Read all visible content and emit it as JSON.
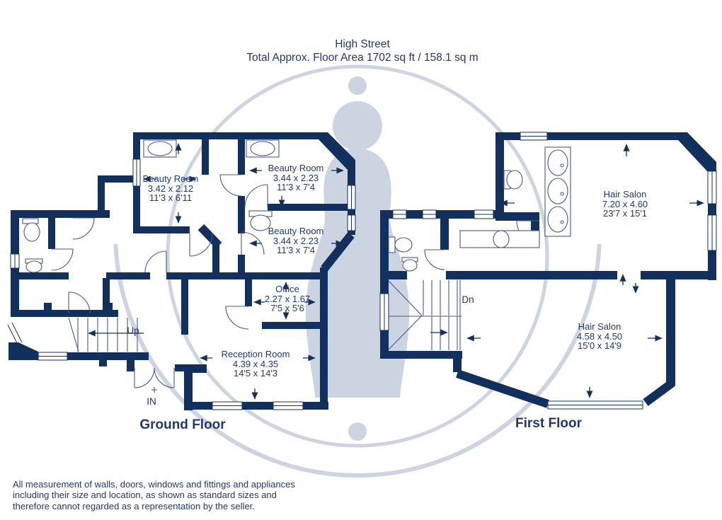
{
  "title": {
    "line1": "High Street",
    "line2": "Total Approx. Floor Area 1702 sq ft / 158.1 sq m"
  },
  "ground_floor": {
    "label": "Ground Floor",
    "entrance_label": "IN",
    "stairs_label": "Up",
    "rooms": [
      {
        "name": "Beauty Room",
        "metric": "3.42 x 2.12",
        "imperial": "11'3 x 6'11"
      },
      {
        "name": "Beauty Room",
        "metric": "3.44 x 2.23",
        "imperial": "11'3 x 7'4"
      },
      {
        "name": "Beauty Room",
        "metric": "3.44 x 2.23",
        "imperial": "11'3 x 7'4"
      },
      {
        "name": "Office",
        "metric": "2.27 x 1.67",
        "imperial": "7'5 x 5'6"
      },
      {
        "name": "Reception Room",
        "metric": "4.39 x 4.35",
        "imperial": "14'5 x 14'3"
      }
    ]
  },
  "first_floor": {
    "label": "First Floor",
    "stairs_label": "Dn",
    "rooms": [
      {
        "name": "Hair Salon",
        "metric": "7.20 x 4.60",
        "imperial": "23'7 x 15'1"
      },
      {
        "name": "Hair Salon",
        "metric": "4.58 x 4.50",
        "imperial": "15'0 x 14'9"
      }
    ]
  },
  "disclaimer": {
    "line1": "All measurement of walls, doors, windows and fittings and appliances",
    "line2": "including their size and location, as shown as standard sizes and",
    "line3": "therefore cannot regarded as a representation by the seller."
  },
  "colors": {
    "wall": "#12305e",
    "text": "#1f3a6a",
    "watermark": "#ccd3e1"
  }
}
